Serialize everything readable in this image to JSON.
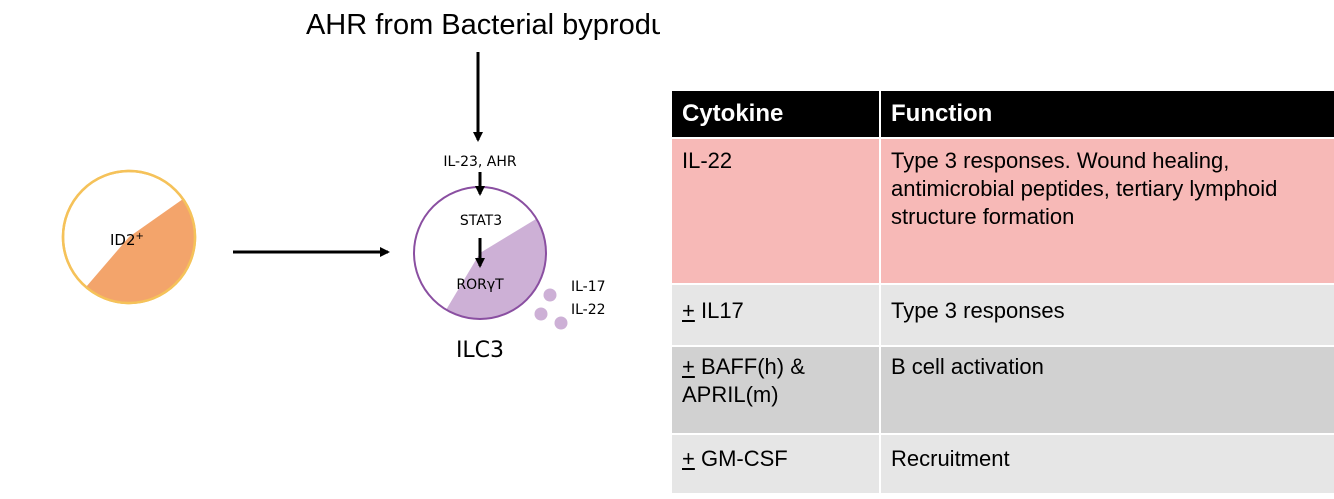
{
  "source_label": "AHR from Bacterial byproducts",
  "progenitor": {
    "label": "ID2",
    "superscript": "+",
    "fill": "#f3a46b",
    "border": "#f5c25a"
  },
  "ilc3": {
    "inputs_label": "IL-23, AHR",
    "stat_label": "STAT3",
    "ror_label": "RORγT",
    "cell_label": "ILC3",
    "fill": "#cdb0d6",
    "border": "#8a4fa1",
    "secreted": [
      "IL-17",
      "IL-22"
    ]
  },
  "table": {
    "headers": [
      "Cytokine",
      "Function"
    ],
    "rows": [
      {
        "prefix": "",
        "cytokine": "IL-22",
        "function": "Type 3 responses. Wound healing, antimicrobial peptides, tertiary lymphoid structure formation"
      },
      {
        "prefix": "+",
        "cytokine": " IL17",
        "function": "Type 3 responses"
      },
      {
        "prefix": "+",
        "cytokine": " BAFF(h) & APRIL(m)",
        "function": "B cell activation"
      },
      {
        "prefix": "+",
        "cytokine": " GM-CSF",
        "function": "Recruitment"
      }
    ],
    "colors": {
      "header": "#000000",
      "il22_row": "#f7b9b7",
      "light_row": "#e6e6e6",
      "dark_row": "#d1d1d1"
    }
  }
}
